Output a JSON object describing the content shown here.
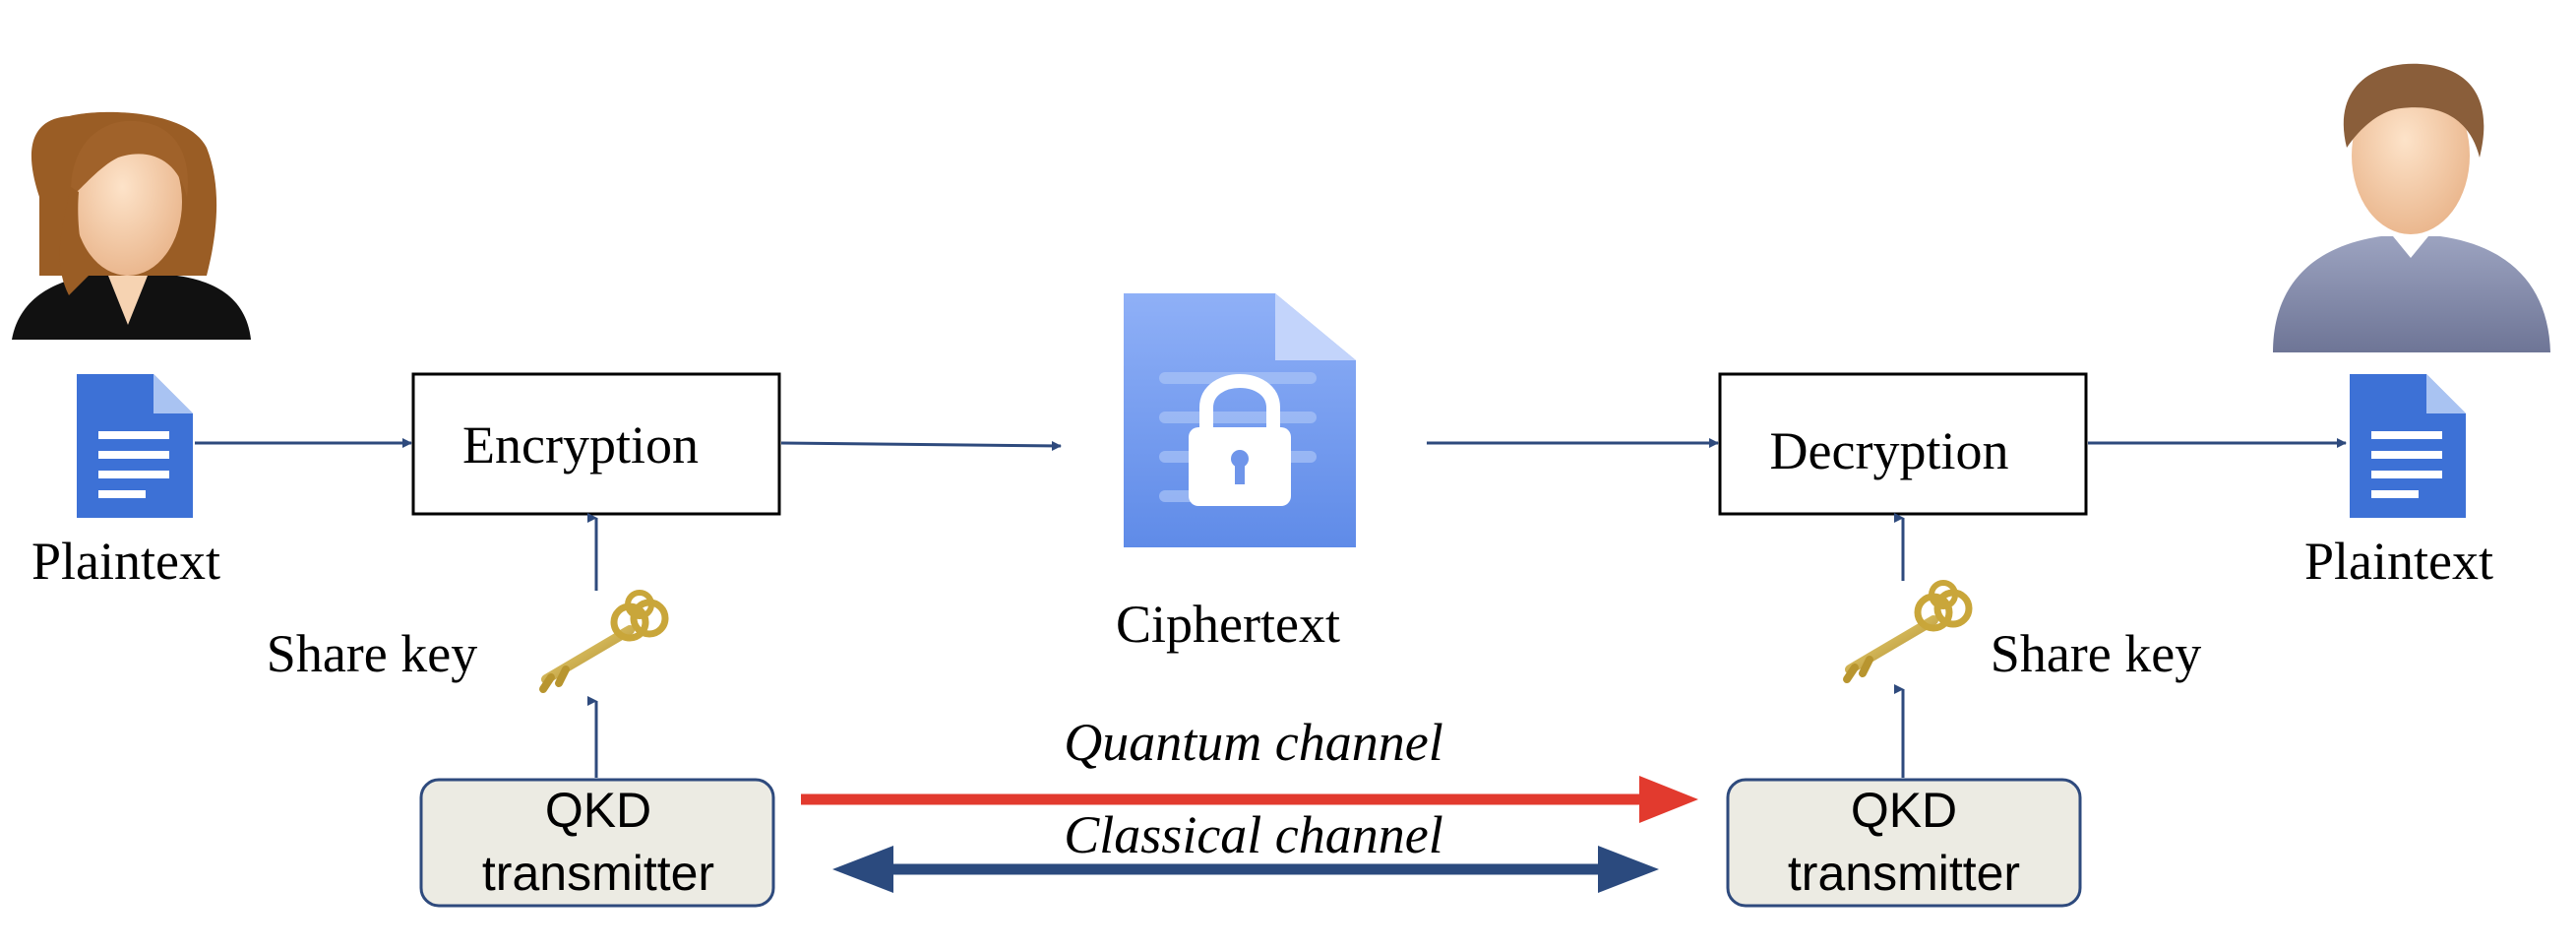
{
  "left": {
    "plaintext_label": "Plaintext",
    "encryption_label": "Encryption",
    "share_key_label": "Share key",
    "qkd_line1": "QKD",
    "qkd_line2": "transmitter"
  },
  "center": {
    "ciphertext_label": "Ciphertext",
    "quantum_channel_label": "Quantum channel",
    "classical_channel_label": "Classical channel"
  },
  "right": {
    "plaintext_label": "Plaintext",
    "decryption_label": "Decryption",
    "share_key_label": "Share key",
    "qkd_line1": "QKD",
    "qkd_line2": "transmitter"
  },
  "colors": {
    "arrow_navy": "#2e4a7d",
    "quantum_red": "#e23a2e",
    "classical_navy": "#2b4a7e",
    "qkd_fill": "#ecebe3",
    "qkd_border": "#2e4a7d",
    "doc_blue": "#3d71d6",
    "key_gold": "#c9a63a"
  }
}
